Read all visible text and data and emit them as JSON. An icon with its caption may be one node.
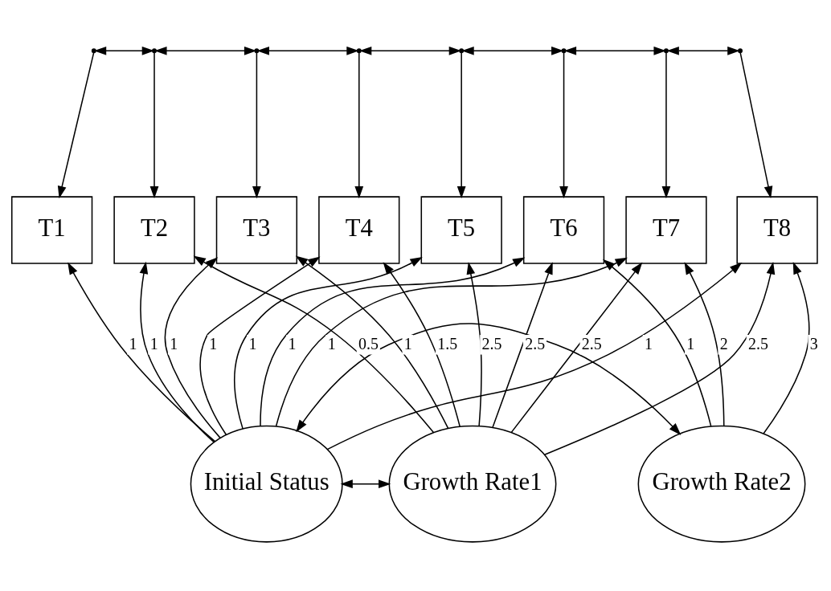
{
  "diagram": {
    "nodes": [
      {
        "text": [],
        "shape": "point"
      },
      {
        "text": [],
        "shape": "point"
      },
      {
        "text": [],
        "shape": "point"
      },
      {
        "text": [],
        "shape": "point"
      },
      {
        "text": [],
        "shape": "point"
      },
      {
        "text": [],
        "shape": "point"
      },
      {
        "text": [],
        "shape": "point"
      },
      {
        "text": [],
        "shape": "point"
      },
      {
        "text": [
          "T1"
        ]
      },
      {
        "text": [
          "T2"
        ]
      },
      {
        "text": [
          "T3"
        ]
      },
      {
        "text": [
          "T4"
        ]
      },
      {
        "text": [
          "T5"
        ]
      },
      {
        "text": [
          "T6"
        ]
      },
      {
        "text": [
          "T7"
        ]
      },
      {
        "text": [
          "T8"
        ]
      },
      {
        "text": [
          "Initial Status"
        ]
      },
      {
        "text": [
          "Growth Rate1"
        ]
      },
      {
        "text": [
          "Growth Rate2"
        ]
      }
    ],
    "edges": [
      {
        "from": 0,
        "to": 1,
        "arrow": "both"
      },
      {
        "from": 1,
        "to": 2,
        "arrow": "both"
      },
      {
        "from": 2,
        "to": 3,
        "arrow": "both"
      },
      {
        "from": 3,
        "to": 4,
        "arrow": "both"
      },
      {
        "from": 4,
        "to": 5,
        "arrow": "both"
      },
      {
        "from": 5,
        "to": 6,
        "arrow": "both"
      },
      {
        "from": 6,
        "to": 7,
        "arrow": "both"
      },
      {
        "from": 0,
        "to": 8,
        "arrow": "to"
      },
      {
        "from": 1,
        "to": 9,
        "arrow": "to"
      },
      {
        "from": 2,
        "to": 10,
        "arrow": "to"
      },
      {
        "from": 3,
        "to": 11,
        "arrow": "to"
      },
      {
        "from": 4,
        "to": 12,
        "arrow": "to"
      },
      {
        "from": 5,
        "to": 13,
        "arrow": "to"
      },
      {
        "from": 6,
        "to": 14,
        "arrow": "to"
      },
      {
        "from": 7,
        "to": 15,
        "arrow": "to"
      },
      {
        "from": 16,
        "to": 8,
        "arrow": "to",
        "label": "1"
      },
      {
        "from": 16,
        "to": 9,
        "arrow": "to",
        "label": "1"
      },
      {
        "from": 16,
        "to": 10,
        "arrow": "to",
        "label": "1"
      },
      {
        "from": 16,
        "to": 11,
        "arrow": "to",
        "label": "1"
      },
      {
        "from": 16,
        "to": 12,
        "arrow": "to",
        "label": "1"
      },
      {
        "from": 16,
        "to": 13,
        "arrow": "to",
        "label": "1"
      },
      {
        "from": 16,
        "to": 14,
        "arrow": "to",
        "label": "1"
      },
      {
        "from": 16,
        "to": 15,
        "arrow": "to",
        "label": "1"
      },
      {
        "from": 17,
        "to": 9,
        "arrow": "to",
        "label": "0.5"
      },
      {
        "from": 17,
        "to": 10,
        "arrow": "to",
        "label": "1"
      },
      {
        "from": 17,
        "to": 11,
        "arrow": "to",
        "label": "1.5"
      },
      {
        "from": 17,
        "to": 12,
        "arrow": "to",
        "label": "2.5"
      },
      {
        "from": 17,
        "to": 13,
        "arrow": "to",
        "label": "2.5"
      },
      {
        "from": 17,
        "to": 14,
        "arrow": "to",
        "label": "2.5"
      },
      {
        "from": 17,
        "to": 15,
        "arrow": "to",
        "label": "2.5"
      },
      {
        "from": 18,
        "to": 13,
        "arrow": "to",
        "label": "1"
      },
      {
        "from": 18,
        "to": 14,
        "arrow": "to",
        "label": "2"
      },
      {
        "from": 18,
        "to": 15,
        "arrow": "to",
        "label": "3"
      },
      {
        "from": 16,
        "to": 17,
        "arrow": "both"
      },
      {
        "from": 16,
        "to": 18,
        "arrow": "both"
      }
    ]
  }
}
